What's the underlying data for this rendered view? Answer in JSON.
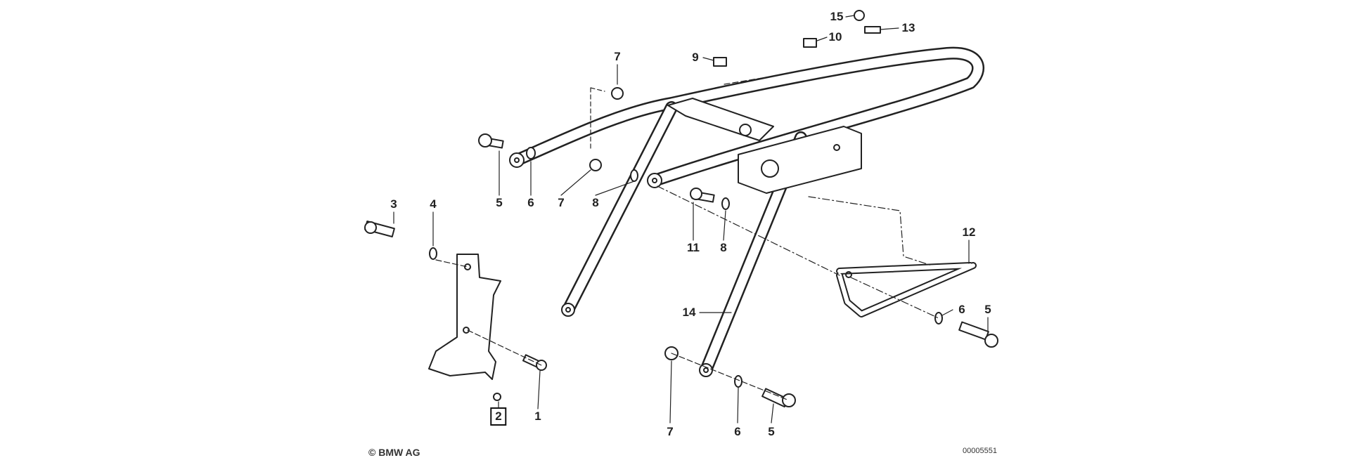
{
  "diagram": {
    "copyright": "© BMW AG",
    "image_number": "00005551",
    "callouts": [
      {
        "id": "15",
        "text": "15"
      },
      {
        "id": "13",
        "text": "13"
      },
      {
        "id": "10",
        "text": "10"
      },
      {
        "id": "9",
        "text": "9"
      },
      {
        "id": "7a",
        "text": "7"
      },
      {
        "id": "5a",
        "text": "5"
      },
      {
        "id": "6a",
        "text": "6"
      },
      {
        "id": "7b",
        "text": "7"
      },
      {
        "id": "8a",
        "text": "8"
      },
      {
        "id": "3",
        "text": "3"
      },
      {
        "id": "4",
        "text": "4"
      },
      {
        "id": "11",
        "text": "11"
      },
      {
        "id": "8b",
        "text": "8"
      },
      {
        "id": "12",
        "text": "12"
      },
      {
        "id": "14",
        "text": "14"
      },
      {
        "id": "6b",
        "text": "6"
      },
      {
        "id": "5b",
        "text": "5"
      },
      {
        "id": "2",
        "text": "2"
      },
      {
        "id": "1",
        "text": "1"
      },
      {
        "id": "7c",
        "text": "7"
      },
      {
        "id": "6c",
        "text": "6"
      },
      {
        "id": "5c",
        "text": "5"
      }
    ]
  }
}
